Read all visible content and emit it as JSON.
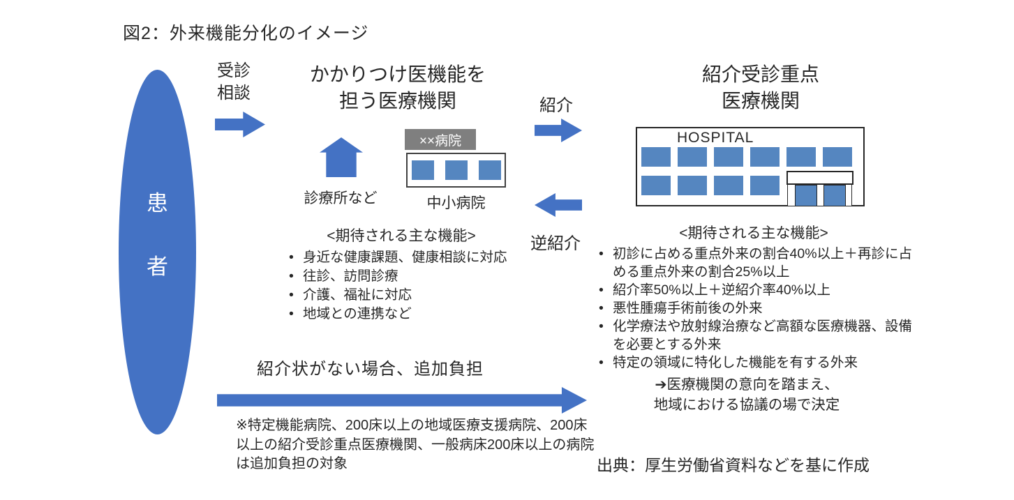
{
  "title": "図2：外来機能分化のイメージ",
  "patient": {
    "char1": "患",
    "char2": "者"
  },
  "consult": {
    "line1": "受診",
    "line2": "相談"
  },
  "left_facility": {
    "heading_line1": "かかりつけ医機能を",
    "heading_line2": "担う医療機関",
    "clinic_label": "診療所など",
    "hospital_sign": "××病院",
    "hospital_label": "中小病院",
    "functions_title": "<期待される主な機能>",
    "bullets": [
      "身近な健康課題、健康相談に対応",
      "往診、訪問診療",
      "介護、福祉に対応",
      "地域との連携など"
    ]
  },
  "referral": {
    "forward_label": "紹介",
    "reverse_label": "逆紹介"
  },
  "right_facility": {
    "heading_line1": "紹介受診重点",
    "heading_line2": "医療機関",
    "building_sign": "HOSPITAL",
    "functions_title": "<期待される主な機能>",
    "bullets": [
      "初診に占める重点外来の割合40%以上＋再診に占める重点外来の割合25%以上",
      "紹介率50%以上＋逆紹介率40%以上",
      "悪性腫瘍手術前後の外来",
      "化学療法や放射線治療など高額な医療機器、設備を必要とする外来",
      "特定の領域に特化した機能を有する外来"
    ],
    "decision_note_line1": "➔医療機関の意向を踏まえ、",
    "decision_note_line2": "地域における協議の場で決定"
  },
  "no_referral": {
    "arrow_label": "紹介状がない場合、追加負担",
    "footnote": "※特定機能病院、200床以上の地域医療支援病院、200床以上の紹介受診重点医療機関、一般病床200床以上の病院は追加負担の対象"
  },
  "source": "出典：厚生労働省資料などを基に作成",
  "colors": {
    "primary_blue": "#4472C4",
    "window_blue": "#5586C0",
    "sign_gray": "#7F7F7F",
    "text_dark": "#262626"
  }
}
